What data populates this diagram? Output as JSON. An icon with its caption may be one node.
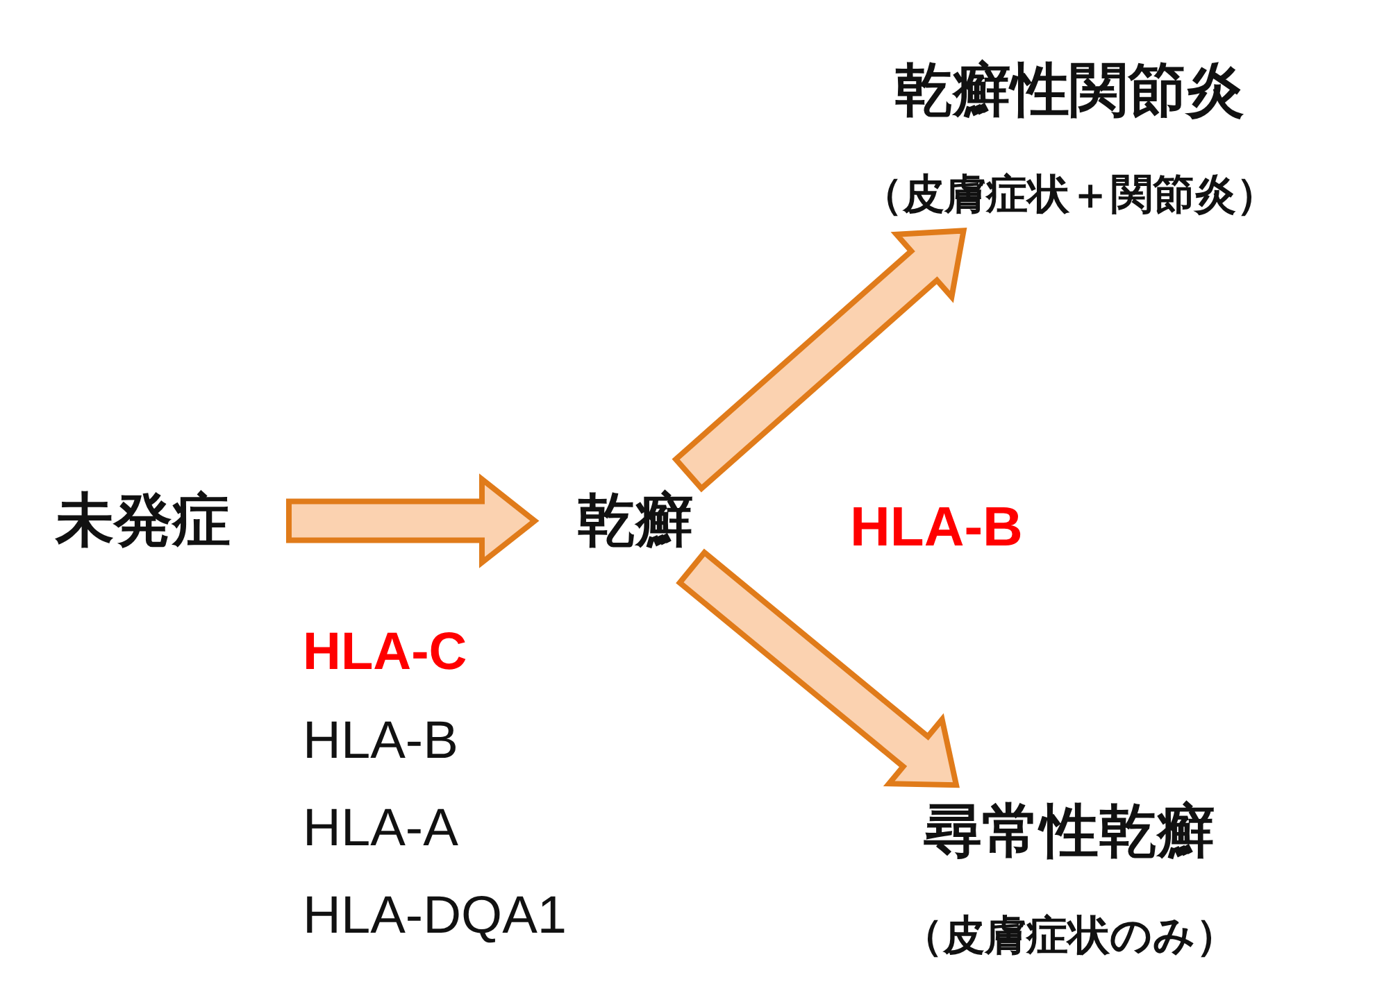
{
  "diagram": {
    "nodes": [
      {
        "text": [
          "未発症"
        ]
      },
      {
        "text": [
          "乾癬"
        ]
      },
      {
        "text": [
          "乾癬性関節炎",
          "（皮膚症状＋関節炎）"
        ]
      },
      {
        "text": [
          "尋常性乾癬",
          "（皮膚症状のみ）"
        ]
      }
    ],
    "edges": [
      {
        "from": 0,
        "to": 1,
        "arrow": "to"
      },
      {
        "from": 1,
        "to": 2,
        "arrow": "to"
      },
      {
        "from": 1,
        "to": 3,
        "arrow": "to"
      }
    ],
    "labels": [
      "HLA-C",
      "HLA-B",
      "HLA-A",
      "HLA-DQA1",
      "HLA-B"
    ]
  }
}
